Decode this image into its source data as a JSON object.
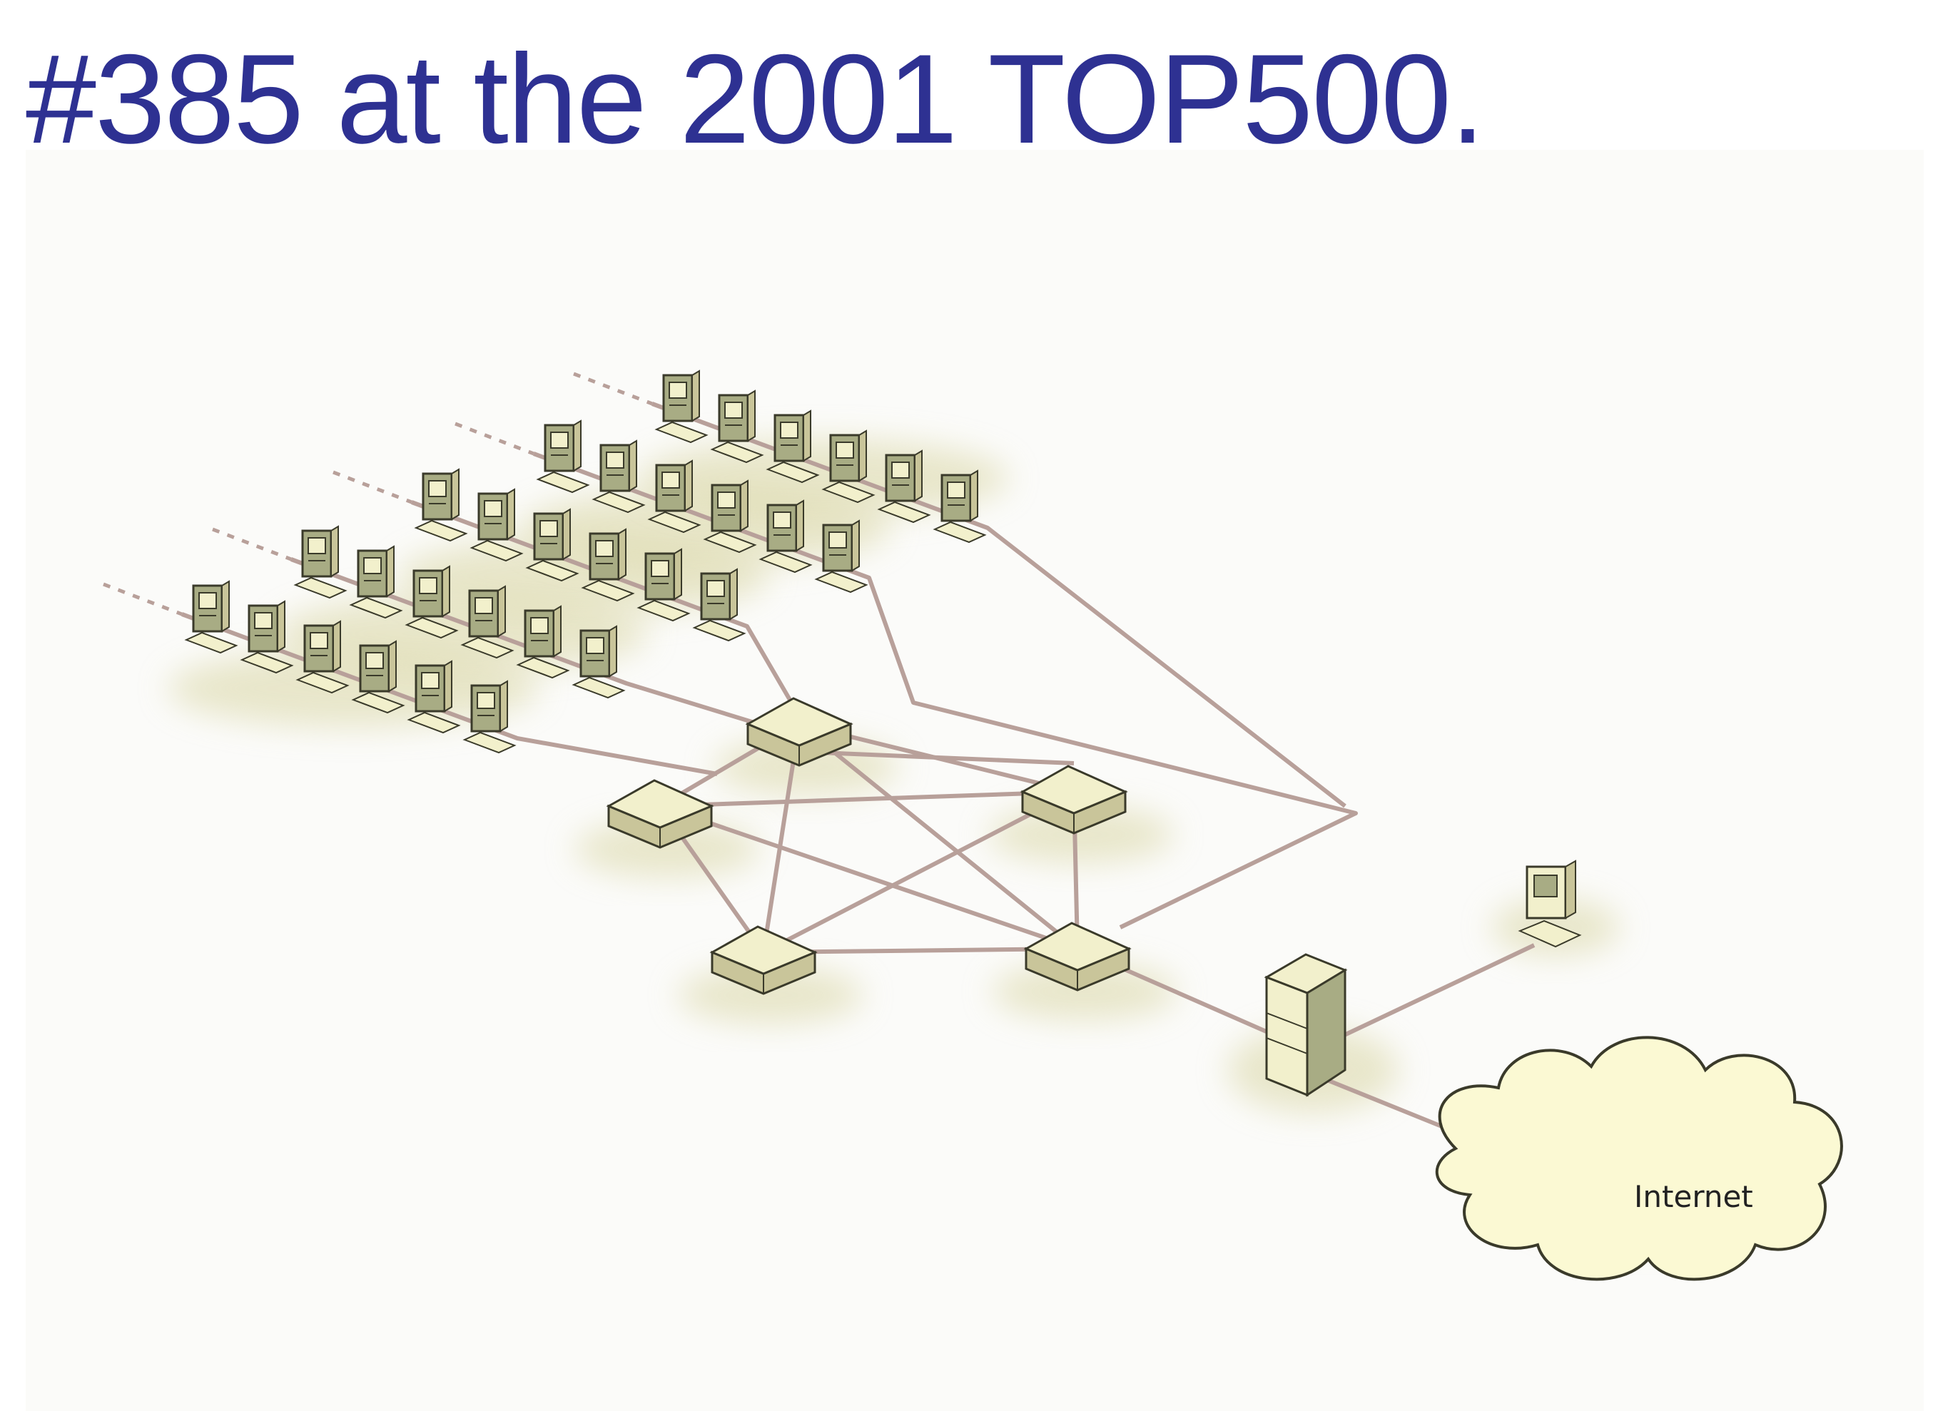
{
  "title": "#385 at the 2001 TOP500.",
  "cloud_label": "Internet",
  "colors": {
    "title": "#2e3192",
    "cable": "#b8a09a",
    "device_fill": "#f2f0cc",
    "device_side": "#c9c59a",
    "outline": "#3a3a2a",
    "computer_body": "#a8ac84",
    "cloud_fill": "#fbf9d3",
    "shadow": "#d9d6a4"
  },
  "diagram": {
    "node_rows": 5,
    "nodes_per_row": 6,
    "switches": 5,
    "icons": [
      "workstation-icon",
      "switch-icon",
      "server-tower-icon",
      "console-workstation-icon",
      "cloud-icon"
    ]
  }
}
